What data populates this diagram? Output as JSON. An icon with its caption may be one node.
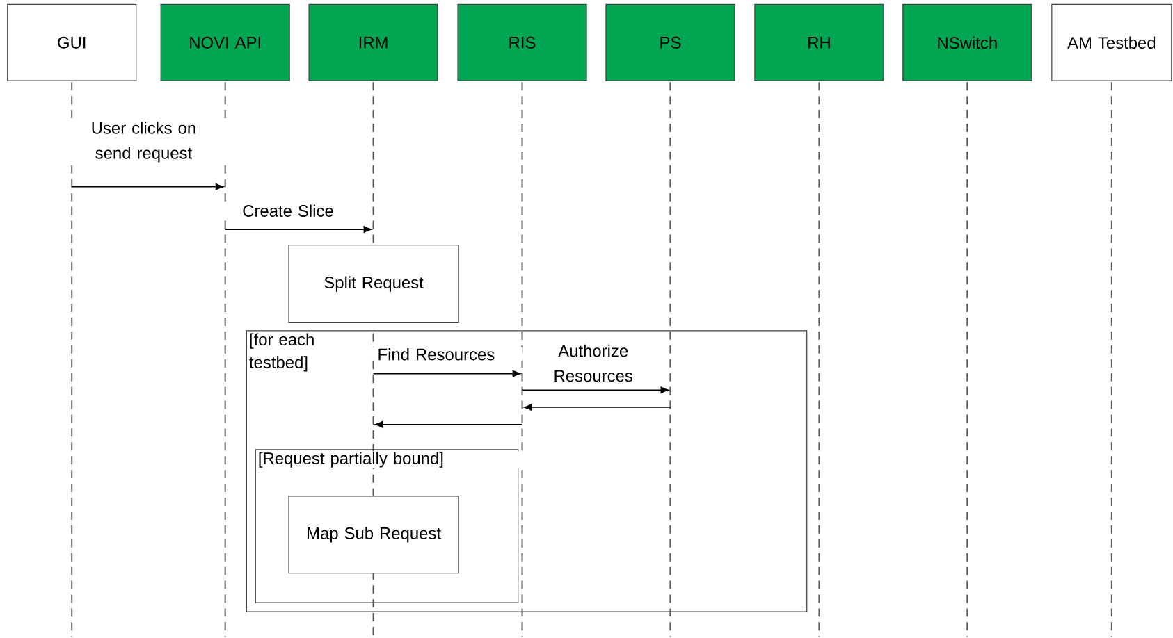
{
  "diagram": {
    "nodes": [
      {
        "text": [
          "GUI"
        ]
      },
      {
        "text": [
          "NOVI API"
        ]
      },
      {
        "text": [
          "IRM"
        ]
      },
      {
        "text": [
          "RIS"
        ]
      },
      {
        "text": [
          "PS"
        ]
      },
      {
        "text": [
          "RH"
        ]
      },
      {
        "text": [
          "NSwitch"
        ]
      },
      {
        "text": [
          "AM Testbed"
        ]
      },
      {
        "text": [],
        "shape": "line"
      },
      {
        "text": [],
        "shape": "line"
      },
      {
        "text": [],
        "shape": "line"
      },
      {
        "text": [],
        "shape": "line"
      },
      {
        "text": [],
        "shape": "line"
      },
      {
        "text": [],
        "shape": "line"
      },
      {
        "text": [],
        "shape": "line"
      },
      {
        "text": [],
        "shape": "line"
      },
      {
        "text": [],
        "shape": "line",
        "in": 18
      },
      {
        "text": [
          "Split Request"
        ]
      },
      {
        "text": [
          "[for each testbed]"
        ]
      },
      {
        "text": [
          "[Request partially bound]"
        ],
        "in": 18
      },
      {
        "text": [
          "Map Sub Request"
        ],
        "in": 19
      }
    ],
    "edges": [
      {
        "from": 8,
        "to": 9,
        "arrow": "to",
        "label": "User clicks on send request"
      },
      {
        "from": 9,
        "to": 10,
        "arrow": "to",
        "label": "Create Slice"
      },
      {
        "from": 16,
        "to": 11,
        "arrow": "to",
        "label": "Find Resources"
      },
      {
        "from": 11,
        "to": 12,
        "arrow": "to",
        "label": "Authorize Resources"
      },
      {
        "from": 12,
        "to": 11,
        "arrow": "to"
      },
      {
        "from": 11,
        "to": 16,
        "arrow": "to"
      }
    ]
  }
}
